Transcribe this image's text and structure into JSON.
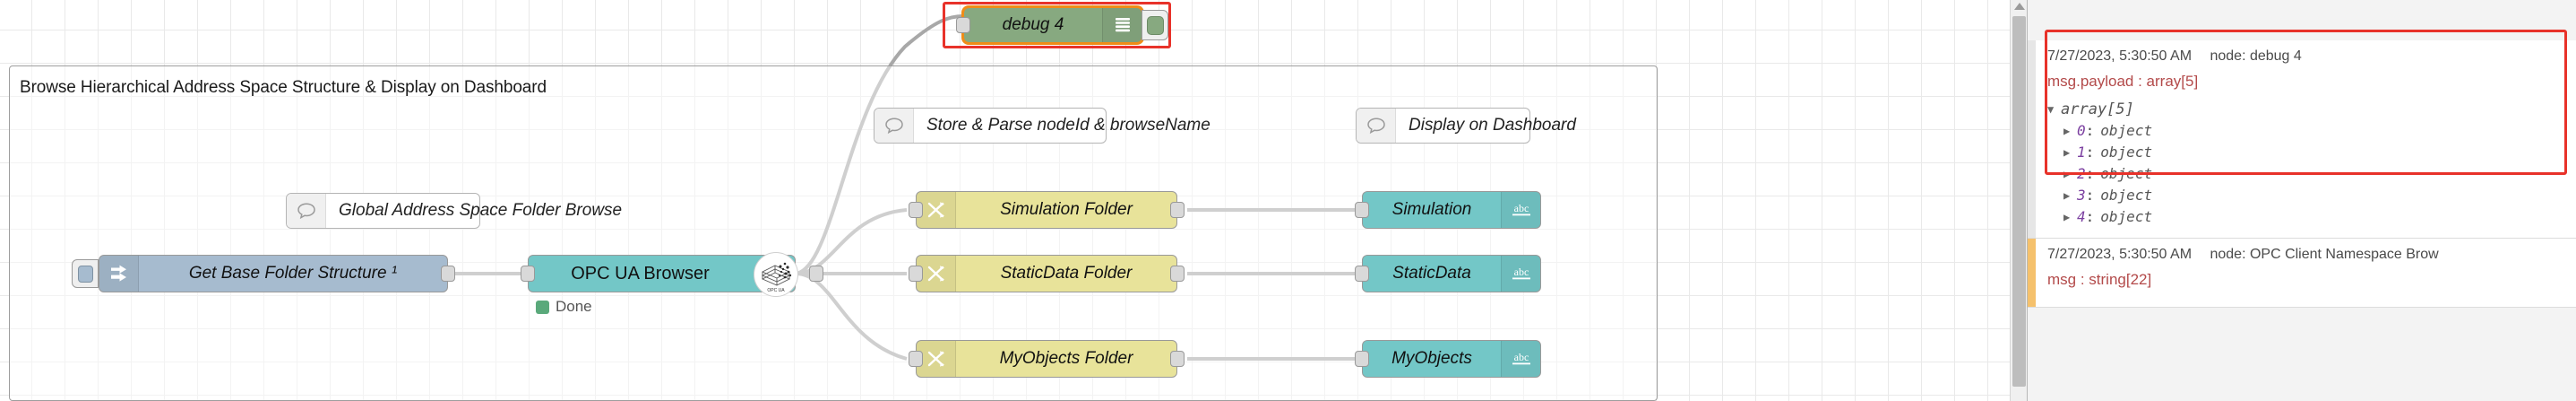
{
  "group": {
    "title": "Browse Hierarchical Address Space Structure & Display on Dashboard"
  },
  "nodes": {
    "debug": {
      "label": "debug 4",
      "icon": "debug-lines-icon"
    },
    "inject": {
      "label": "Get Base Folder Structure ¹",
      "icon": "inject-arrow-icon"
    },
    "opcua_browser": {
      "label": "OPC UA Browser",
      "icon": "opc-ua-logo-icon",
      "status": "Done"
    },
    "comment_global": {
      "label": "Global Address Space Folder Browse",
      "icon": "comment-bubble-icon"
    },
    "comment_store": {
      "label": "Store & Parse nodeId & browseName",
      "icon": "comment-bubble-icon"
    },
    "comment_display": {
      "label": "Display on Dashboard",
      "icon": "comment-bubble-icon"
    },
    "functions": [
      {
        "label": "Simulation Folder",
        "icon": "function-icon"
      },
      {
        "label": "StaticData Folder",
        "icon": "function-icon"
      },
      {
        "label": "MyObjects Folder",
        "icon": "function-icon"
      }
    ],
    "ui_texts": [
      {
        "label": "Simulation",
        "icon": "abc-icon"
      },
      {
        "label": "StaticData",
        "icon": "abc-icon"
      },
      {
        "label": "MyObjects",
        "icon": "abc-icon"
      }
    ]
  },
  "sidebar": {
    "messages": [
      {
        "timestamp": "7/27/2023, 5:30:50 AM",
        "node": "node: debug 4",
        "topic": "msg.payload : array[5]",
        "tree": {
          "root": "array[5]",
          "items": [
            {
              "key": "0",
              "value": "object"
            },
            {
              "key": "1",
              "value": "object"
            },
            {
              "key": "2",
              "value": "object"
            },
            {
              "key": "3",
              "value": "object"
            },
            {
              "key": "4",
              "value": "object"
            }
          ]
        }
      },
      {
        "timestamp": "7/27/2023, 5:30:50 AM",
        "node": "node: OPC Client Namespace Brow",
        "topic": "msg : string[22]",
        "tree": {
          "root": null,
          "items": []
        }
      }
    ]
  },
  "colors": {
    "inject": "#a6bbcf",
    "function": "#e8e39a",
    "ui": "#73c7c7",
    "debug": "#87a980",
    "highlight": "#e8322a",
    "selected": "#ef8c18",
    "status_done": "#5aa97b"
  }
}
